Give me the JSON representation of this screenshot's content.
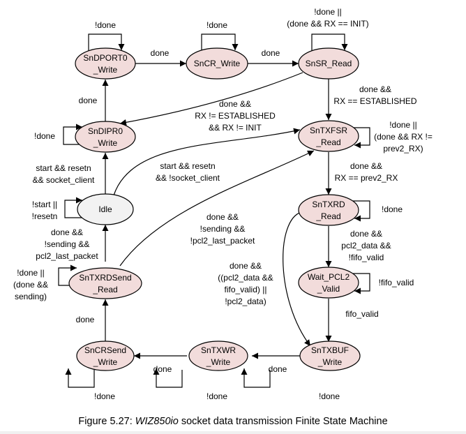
{
  "diagram": {
    "type": "finite-state-machine",
    "states": {
      "sndport0_write": [
        "SnDPORT0",
        "_Write"
      ],
      "sncr_write": [
        "SnCR_Write"
      ],
      "snsr_read": [
        "SnSR_Read"
      ],
      "sndipr0_write": [
        "SnDIPR0",
        "_Write"
      ],
      "sntxfsr_read": [
        "SnTXFSR",
        "_Read"
      ],
      "idle": [
        "Idle"
      ],
      "sntxrd_read": [
        "SnTXRD",
        "_Read"
      ],
      "sntxrdsend_read": [
        "SnTXRDSend",
        "_Read"
      ],
      "wait_pcl2_valid": [
        "Wait_PCL2",
        "_Valid"
      ],
      "sncrsend_write": [
        "SnCRSend",
        "_Write"
      ],
      "sntxwr_write": [
        "SnTXWR",
        "_Write"
      ],
      "sntxbuf_write": [
        "SnTXBUF",
        "_Write"
      ]
    },
    "transitions": {
      "sndport0_self": [
        "!done"
      ],
      "sndport0_to_sncr": [
        "done"
      ],
      "sncr_self": [
        "!done"
      ],
      "sncr_to_snsr": [
        "done"
      ],
      "snsr_self": [
        "!done ||",
        "(done && RX == INIT)"
      ],
      "snsr_to_sntxfsr": [
        "done &&",
        "RX == ESTABLISHED"
      ],
      "snsr_to_sndipr0": [
        "done &&",
        "RX != ESTABLISHED",
        "&& RX != INIT"
      ],
      "sndipr0_to_sndport0": [
        "done"
      ],
      "sndipr0_self": [
        "!done"
      ],
      "sntxfsr_self": [
        "!done ||",
        "(done && RX !=",
        "prev2_RX)"
      ],
      "sntxfsr_to_sntxrd": [
        "done &&",
        "RX == prev2_RX"
      ],
      "idle_to_sndipr0": [
        "start && resetn",
        "&& socket_client"
      ],
      "idle_to_sntxfsr": [
        "start && resetn",
        "&& !socket_client"
      ],
      "idle_self": [
        "!start ||",
        "!resetn"
      ],
      "sntxrdsend_to_idle": [
        "done &&",
        "!sending &&",
        "pcl2_last_packet"
      ],
      "sntxrdsend_to_sntxfsr": [
        "done &&",
        "!sending &&",
        "!pcl2_last_packet"
      ],
      "sntxrdsend_self": [
        "!done ||",
        "(done &&",
        "sending)"
      ],
      "sntxrd_self": [
        "!done"
      ],
      "sntxrd_to_wait": [
        "done &&",
        "pcl2_data &&",
        "!fifo_valid"
      ],
      "sntxrd_to_sntxbuf": [
        "done &&",
        "((pcl2_data &&",
        "fifo_valid) ||",
        "!pcl2_data)"
      ],
      "wait_self": [
        "!fifo_valid"
      ],
      "wait_to_sntxbuf": [
        "fifo_valid"
      ],
      "sncrsend_to_sntxrdsend": [
        "done"
      ],
      "sntxwr_to_sncrsend": [
        "done"
      ],
      "sntxbuf_to_sntxwr": [
        "done"
      ],
      "sncrsend_self": [
        "!done"
      ],
      "sntxwr_self": [
        "!done"
      ],
      "sntxbuf_self": [
        "!done"
      ]
    },
    "colors": {
      "state_fill": "#f2dcdb",
      "idle_fill": "#f2f2f2",
      "stroke": "#000000"
    }
  },
  "caption": {
    "prefix": "Figure 5.27: ",
    "emphasis": "WIZ850io",
    "suffix": " socket data transmission Finite State Machine"
  }
}
